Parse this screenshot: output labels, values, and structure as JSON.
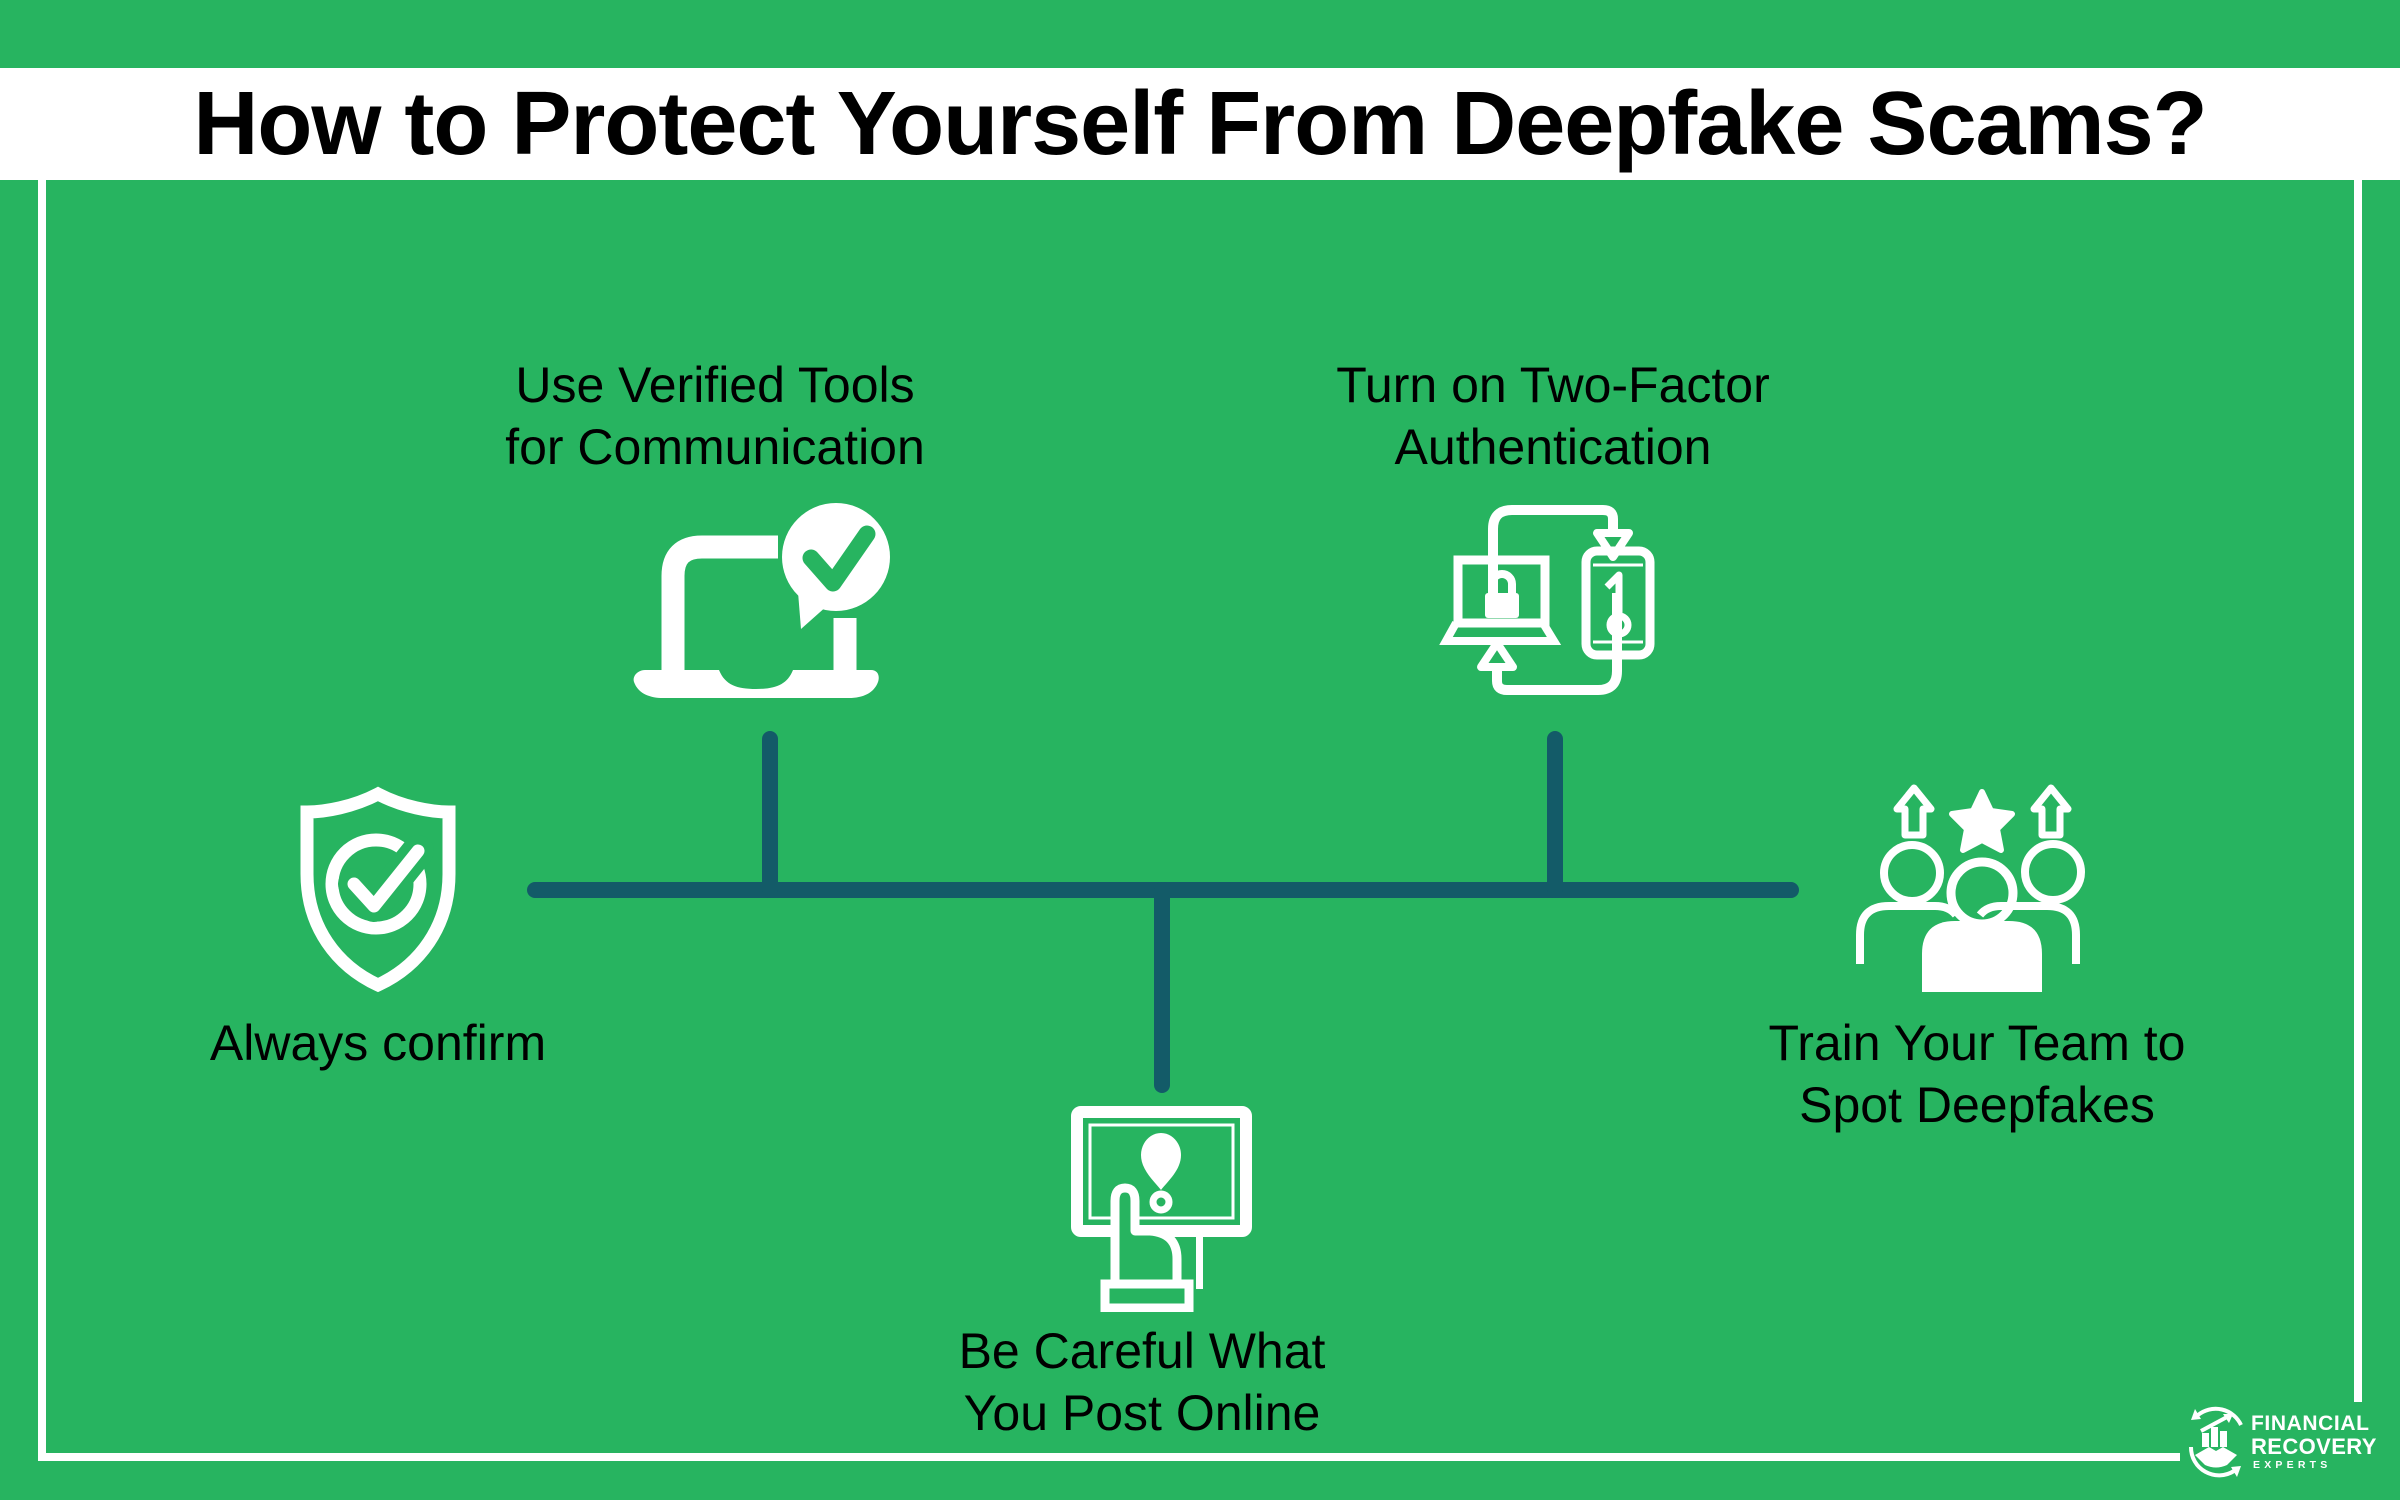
{
  "header": {
    "title": "How to Protect Yourself From Deepfake Scams?"
  },
  "colors": {
    "background_green": "#27B460",
    "connector_teal": "#135B68",
    "frame_white": "#FFFFFF",
    "text_black": "#000000",
    "icon_white": "#FFFFFF"
  },
  "branches": [
    {
      "id": "verified-tools",
      "icon": "laptop-check-bubble-icon",
      "lines": [
        "Use Verified Tools",
        "for Communication"
      ]
    },
    {
      "id": "two-factor",
      "icon": "laptop-phone-key-sync-icon",
      "lines": [
        "Turn on Two-Factor",
        "Authentication"
      ]
    },
    {
      "id": "always-confirm",
      "icon": "shield-check-icon",
      "lines": [
        "Always confirm"
      ]
    },
    {
      "id": "careful-posting",
      "icon": "monitor-alert-hand-icon",
      "lines": [
        "Be Careful What",
        "You Post Online"
      ]
    },
    {
      "id": "train-team",
      "icon": "team-star-arrows-icon",
      "lines": [
        "Train Your Team to",
        "Spot Deepfakes"
      ]
    }
  ],
  "logo": {
    "line1": "FINANCIAL",
    "line2": "RECOVERY",
    "line3": "EXPERTS"
  }
}
